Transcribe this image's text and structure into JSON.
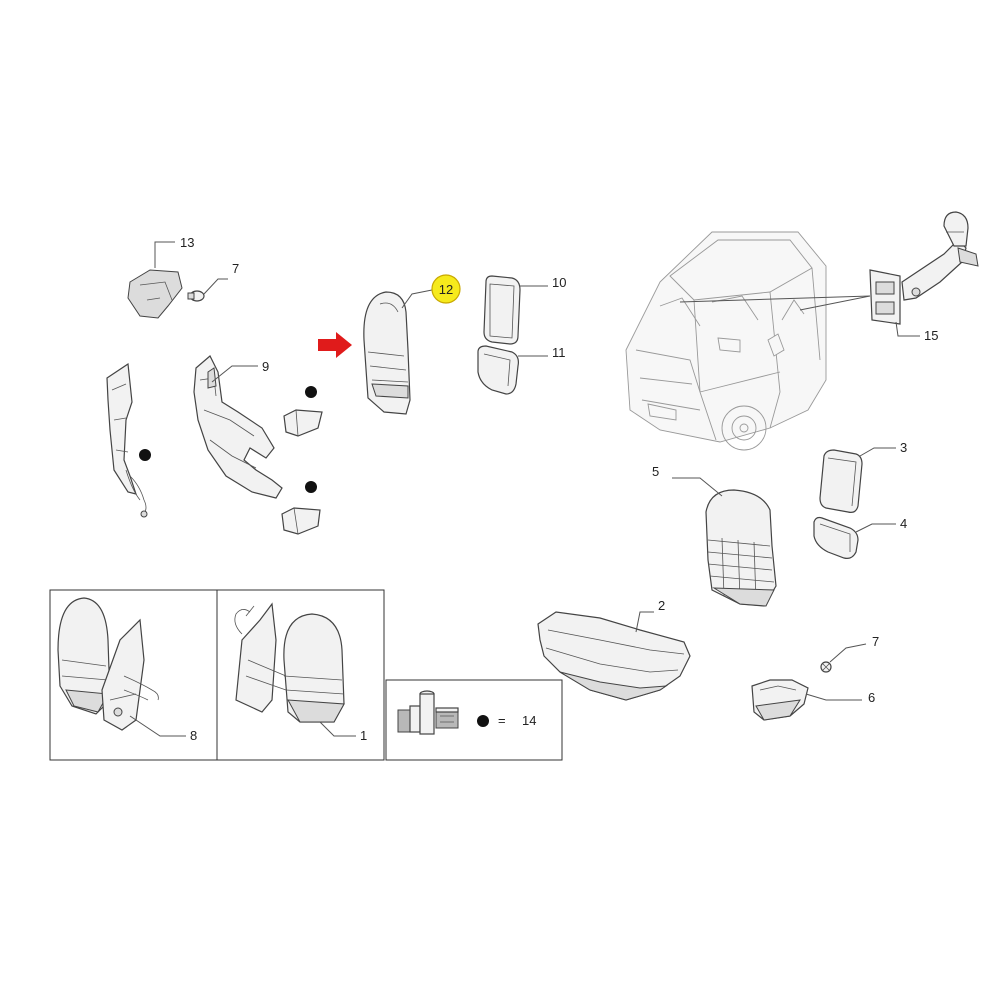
{
  "callouts": {
    "c1": "1",
    "c2": "2",
    "c3": "3",
    "c4": "4",
    "c5": "5",
    "c6": "6",
    "c7a": "7",
    "c7b": "7",
    "c8": "8",
    "c9": "9",
    "c10": "10",
    "c11": "11",
    "c12": "12",
    "c13": "13",
    "c14": "14",
    "c15": "15"
  },
  "kit_equals": "=",
  "colors": {
    "highlight_fill": "#f6ea1c",
    "highlight_stroke": "#c8a800",
    "arrow": "#e01b1b",
    "line": "#444444"
  }
}
